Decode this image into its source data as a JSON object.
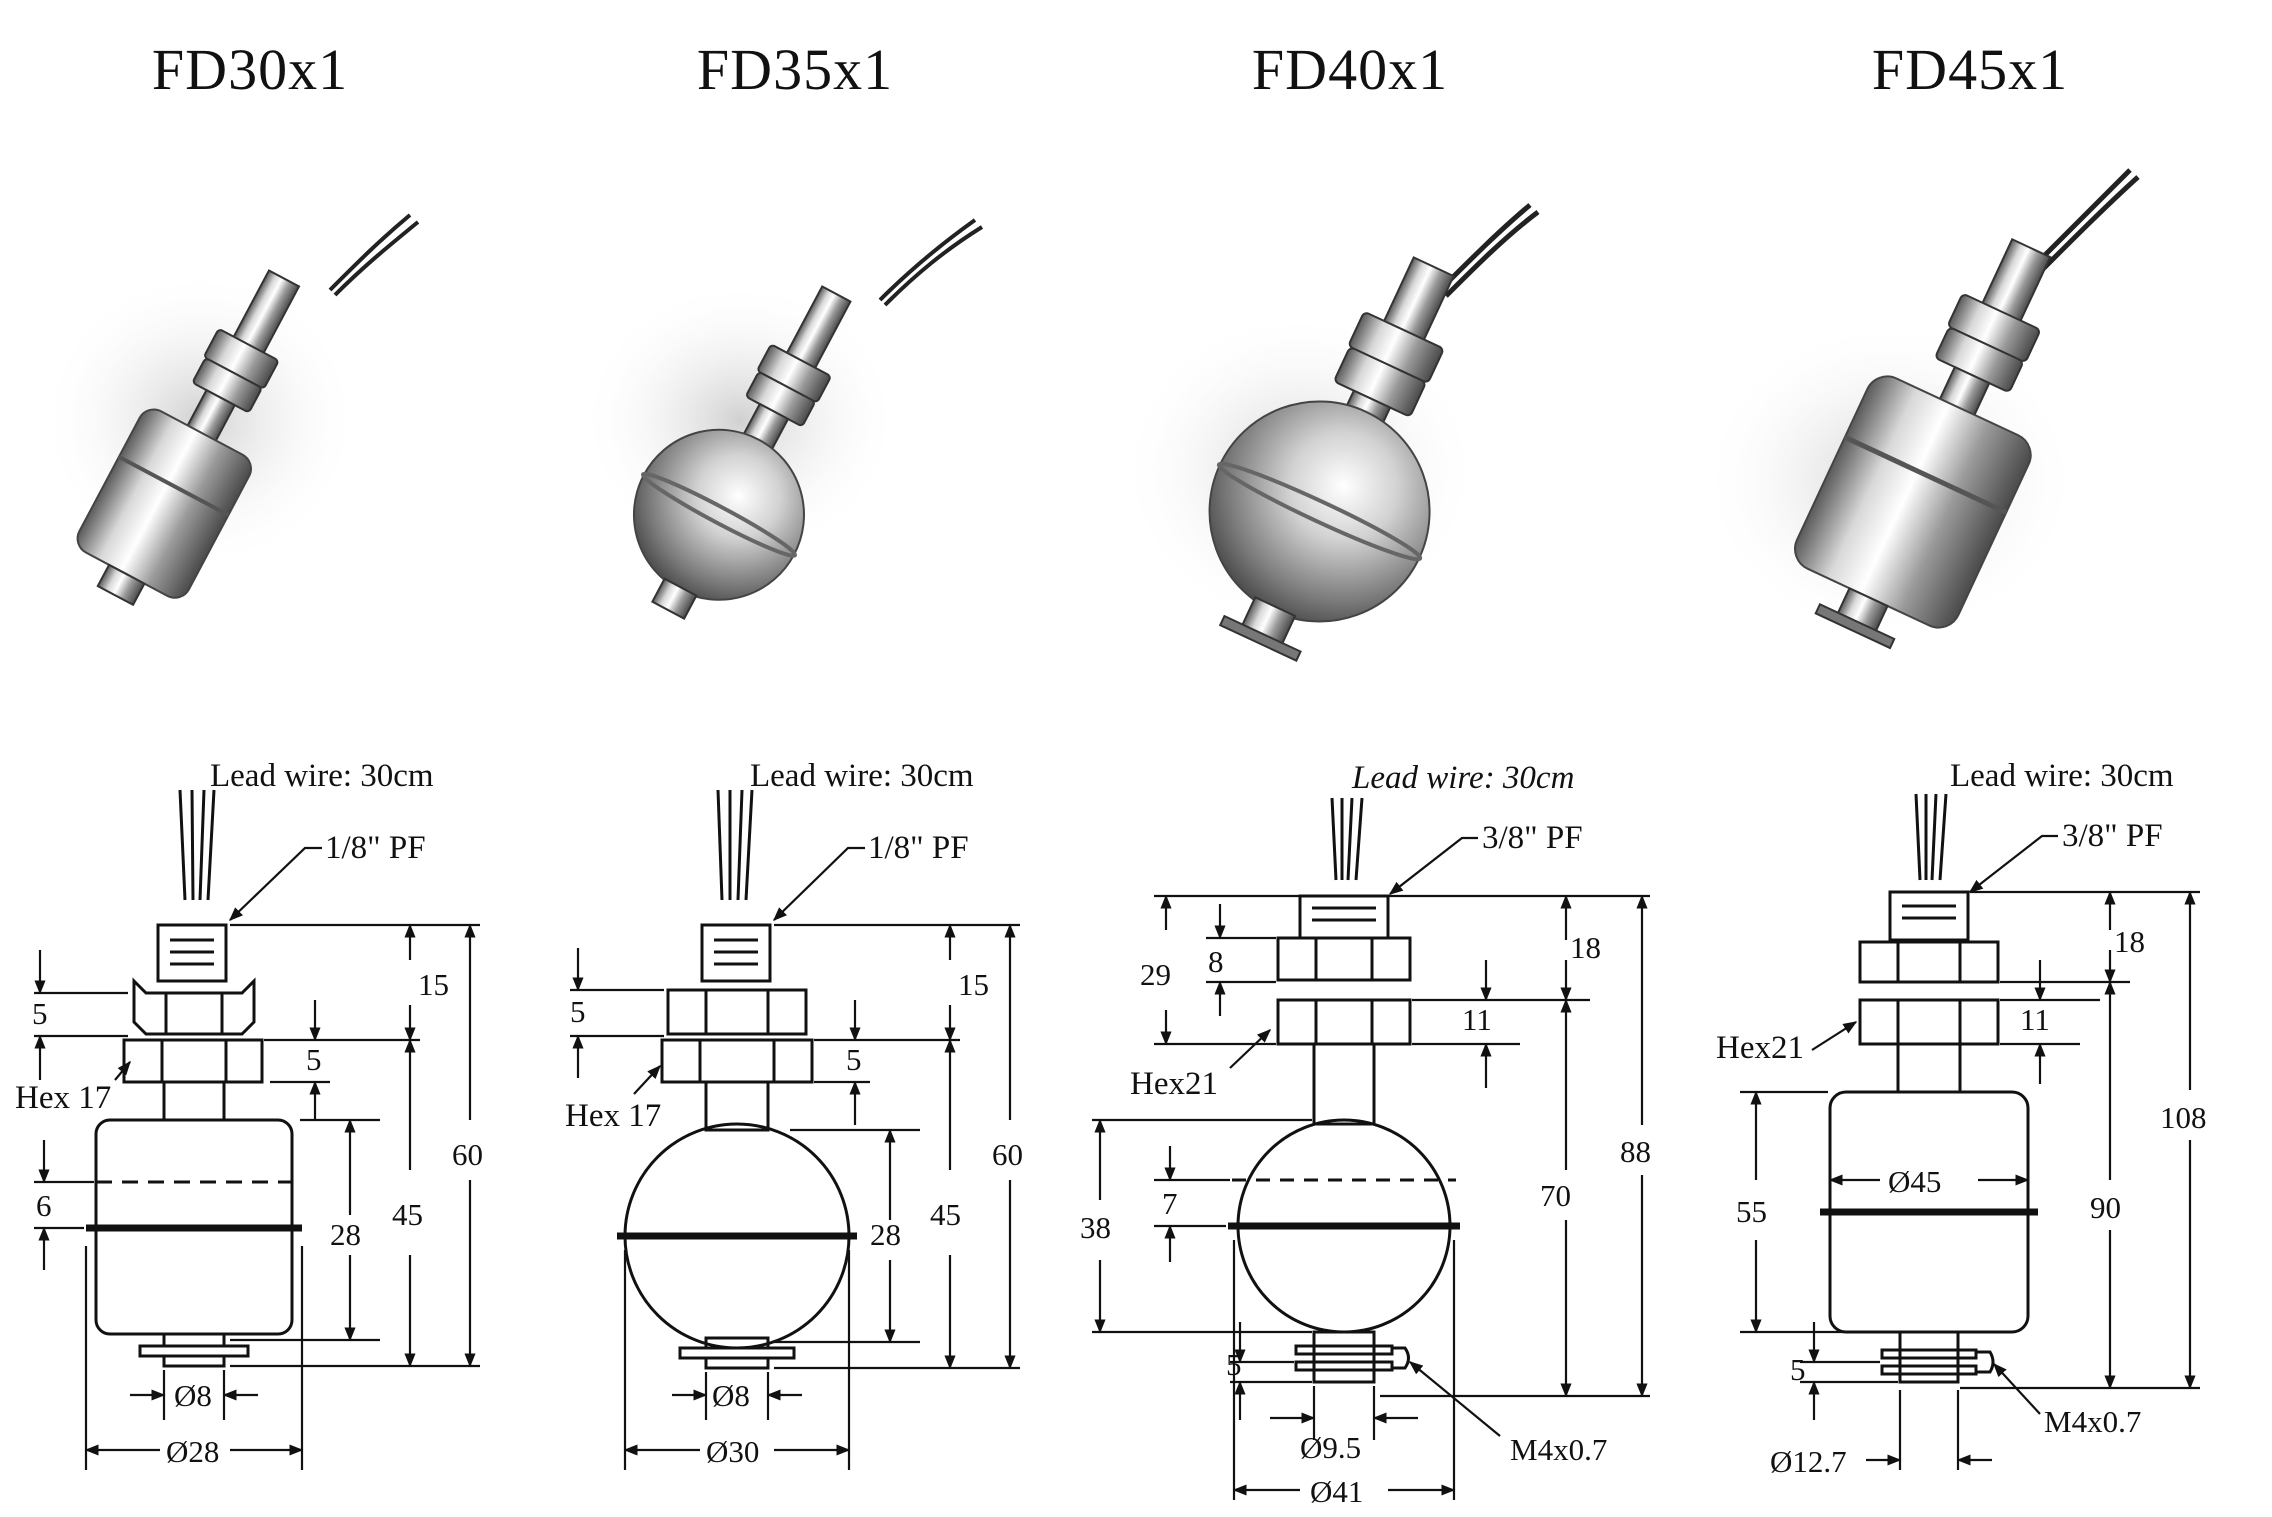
{
  "models": [
    {
      "title": "FD30x1",
      "lead_wire": "Lead wire: 30cm",
      "thread": "1/8\" PF",
      "hex": "Hex 17",
      "dims": {
        "a": "5",
        "b": "5",
        "c": "15",
        "d": "6",
        "e": "28",
        "f": "45",
        "g": "60",
        "stem_d": "Ø8",
        "float_d": "Ø28"
      }
    },
    {
      "title": "FD35x1",
      "lead_wire": "Lead wire: 30cm",
      "thread": "1/8\" PF",
      "hex": "Hex 17",
      "dims": {
        "a": "5",
        "b": "5",
        "c": "15",
        "e": "28",
        "f": "45",
        "g": "60",
        "stem_d": "Ø8",
        "float_d": "Ø30"
      }
    },
    {
      "title": "FD40x1",
      "lead_wire": "Lead wire: 30cm",
      "thread": "3/8\" PF",
      "hex": "Hex21",
      "dims": {
        "a": "29",
        "b": "8",
        "c": "18",
        "d": "11",
        "e": "38",
        "f": "7",
        "g": "70",
        "h": "88",
        "i": "5",
        "stem_d": "Ø9.5",
        "float_d": "Ø41",
        "screw": "M4x0.7"
      }
    },
    {
      "title": "FD45x1",
      "lead_wire": "Lead wire: 30cm",
      "thread": "3/8\" PF",
      "hex": "Hex21",
      "dims": {
        "a": "18",
        "b": "11",
        "c": "55",
        "d": "Ø45",
        "e": "90",
        "f": "108",
        "g": "5",
        "stem_d": "Ø12.7",
        "screw": "M4x0.7"
      }
    }
  ],
  "colors": {
    "line": "#111111",
    "metal_dark": "#6e6e6e",
    "metal_light": "#f4f4f4"
  }
}
